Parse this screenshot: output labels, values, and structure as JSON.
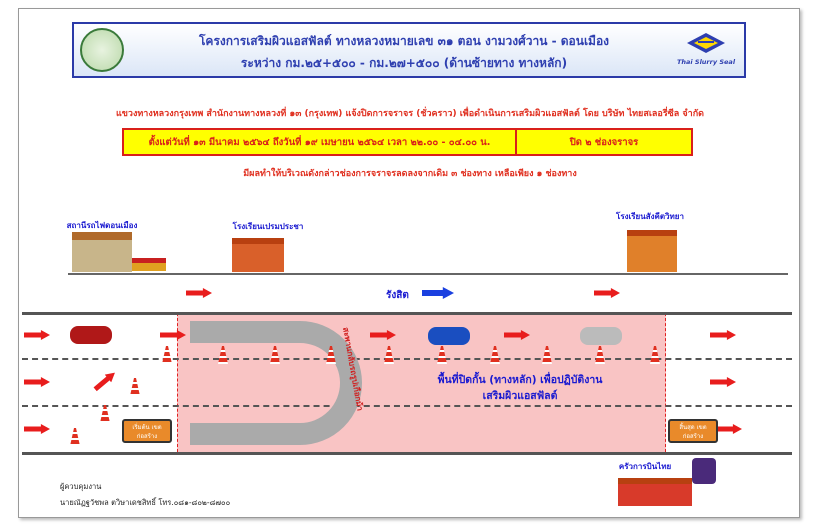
{
  "header": {
    "title_line1": "โครงการเสริมผิวแอสฟัลต์ ทางหลวงหมายเลข ๓๑ ตอน งามวงศ์วาน - ดอนเมือง",
    "title_line2": "ระหว่าง กม.๒๕+๕๐๐ - กม.๒๗+๕๐๐ (ด้านซ้ายทาง ทางหลัก)",
    "company_logo_text": "Thai Slurry Seal"
  },
  "notice": {
    "announcement": "แขวงทางหลวงกรุงเทพ สำนักงานทางหลวงที่ ๑๓ (กรุงเทพ) แจ้งปิดการจราจร (ชั่วคราว) เพื่อดำเนินการเสริมผิวแอสฟัลต์ โดย บริษัท ไทยสเลอรี่ซีล จำกัด",
    "period": "ตั้งแต่วันที่ ๑๓ มีนาคม ๒๕๖๔ ถึงวันที่ ๑๙ เมษายน ๒๕๖๔ เวลา ๒๒.๐๐ - ๐๔.๐๐ น.",
    "closure": "ปิด ๒ ช่องจราจร",
    "effect": "มีผลทำให้บริเวณดังกล่าวช่องการจราจรลดลงจากเดิม ๓ ช่องทาง เหลือเพียง ๑ ช่องทาง"
  },
  "landmarks": {
    "station": "สถานีรถไฟดอนเมือง",
    "school1": "โรงเรียนเปรมประชา",
    "school2": "โรงเรียนสังคีตวิทยา",
    "catering": "ครัวการบินไทย"
  },
  "road": {
    "direction": "รังสิต",
    "uturn": "สะพานกลับรถรูปเกือกม้า",
    "zone_line1": "พื้นที่ปิดกั้น (ทางหลัก) เพื่อปฏิบัติงาน",
    "zone_line2": "เสริมผิวแอสฟัลต์",
    "start_sign": "เริ่มต้น เขตก่อสร้าง",
    "end_sign": "สิ้นสุด เขตก่อสร้าง"
  },
  "footer": {
    "role": "ผู้ควบคุมงาน",
    "contact": "นายณัฏฐวัชพล ตวิษาเดชสิทธิ์  โทร.๐๘๑-๘๐๒-๘๗๐๐"
  },
  "colors": {
    "title": "#2e3fb0",
    "alert": "#e03020",
    "highlight": "#ffff00",
    "zone": "#f9c4c4"
  }
}
